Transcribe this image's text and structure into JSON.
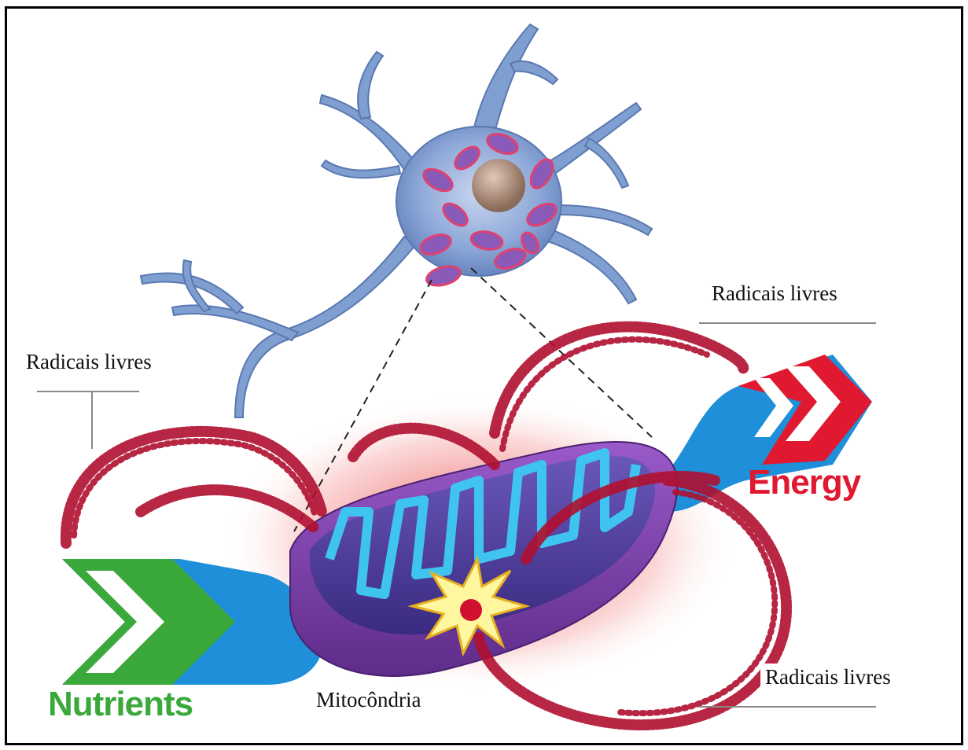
{
  "labels": {
    "free_radicals_top_right": "Radicais livres",
    "free_radicals_left": "Radicais livres",
    "free_radicals_bottom_right": "Radicais livres",
    "mitochondria": "Mitocôndria"
  },
  "arrows": {
    "nutrients": "Nutrients",
    "energy": "Energy"
  },
  "colors": {
    "neuron": "#7f9fd0",
    "mitochondria_outer": "#7a3fa0",
    "radicals": "#b01030",
    "nutrients_arrow": "#3aa83a",
    "energy_arrow": "#e01830",
    "connector_blue": "#1e8fd8"
  }
}
